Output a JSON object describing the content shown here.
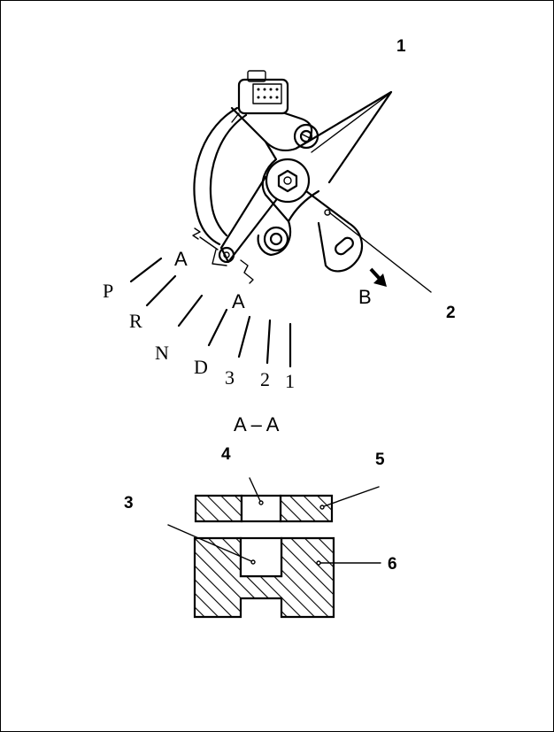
{
  "callouts": {
    "c1": "1",
    "c2": "2",
    "c3": "3",
    "c4": "4",
    "c5": "5",
    "c6": "6"
  },
  "section_letters": {
    "a_upper": "A",
    "a_lower": "A",
    "b_arrow": "B"
  },
  "gear_positions": {
    "p": "P",
    "r": "R",
    "n": "N",
    "d": "D",
    "g3": "3",
    "g2": "2",
    "g1": "1"
  },
  "section_title": "A – A"
}
